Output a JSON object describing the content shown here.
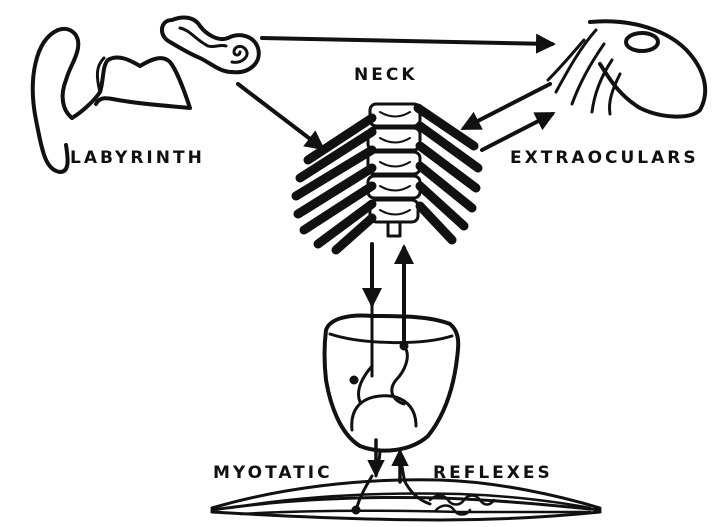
{
  "labels": {
    "labyrinth": "LABYRINTH",
    "neck": "NECK",
    "extraoculars": "EXTRAOCULARS",
    "myotatic": "MYOTATIC",
    "reflexes": "REFLEXES"
  },
  "colors": {
    "ink": "#111111",
    "background": "#ffffff"
  }
}
